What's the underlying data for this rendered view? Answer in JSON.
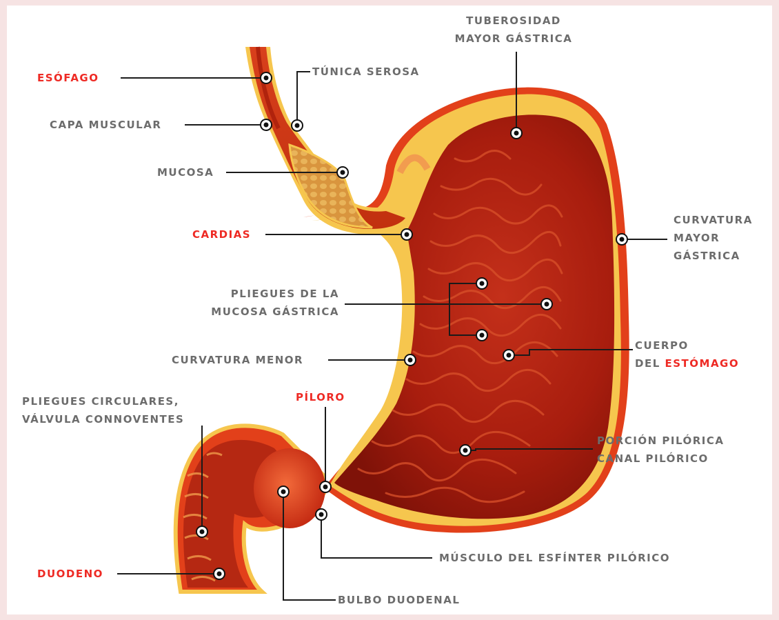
{
  "colors": {
    "background": "#f6e3e3",
    "panel": "#ffffff",
    "label_gray": "#6c6c6c",
    "label_red": "#ee2a24",
    "leader_line": "#1a1a1a",
    "stomach_interior": "#a81d0e",
    "stomach_wall": "#e2401a",
    "lining_yellow": "#f6c64e"
  },
  "labels": {
    "esofago": "ESÓFAGO",
    "tunica_serosa": "TÚNICA SEROSA",
    "capa_muscular": "CAPA MUSCULAR",
    "mucosa": "MUCOSA",
    "cardias": "CARDIAS",
    "tuberosidad_l1": "TUBEROSIDAD",
    "tuberosidad_l2": "MAYOR GÁSTRICA",
    "curvatura_mayor_l1": "CURVATURA",
    "curvatura_mayor_l2": "MAYOR",
    "curvatura_mayor_l3": "GÁSTRICA",
    "pliegues_mucosa_l1": "PLIEGUES DE LA",
    "pliegues_mucosa_l2": "MUCOSA GÁSTRICA",
    "cuerpo_l1": "CUERPO",
    "cuerpo_l2_a": "DEL ",
    "cuerpo_l2_b": "ESTÓMAGO",
    "curvatura_menor": "CURVATURA MENOR",
    "pliegues_circulares_l1": "PLIEGUES CIRCULARES,",
    "pliegues_circulares_l2": "VÁLVULA CONNOVENTES",
    "piloro": "PÍLORO",
    "porcion_pilorica_l1": "PORCIÓN PILÓRICA",
    "porcion_pilorica_l2": "CANAL PILÓRICO",
    "musculo_esfinter": "MÚSCULO DEL ESFÍNTER PILÓRICO",
    "duodeno": "DUODENO",
    "bulbo_duodenal": "BULBO DUODENAL"
  }
}
